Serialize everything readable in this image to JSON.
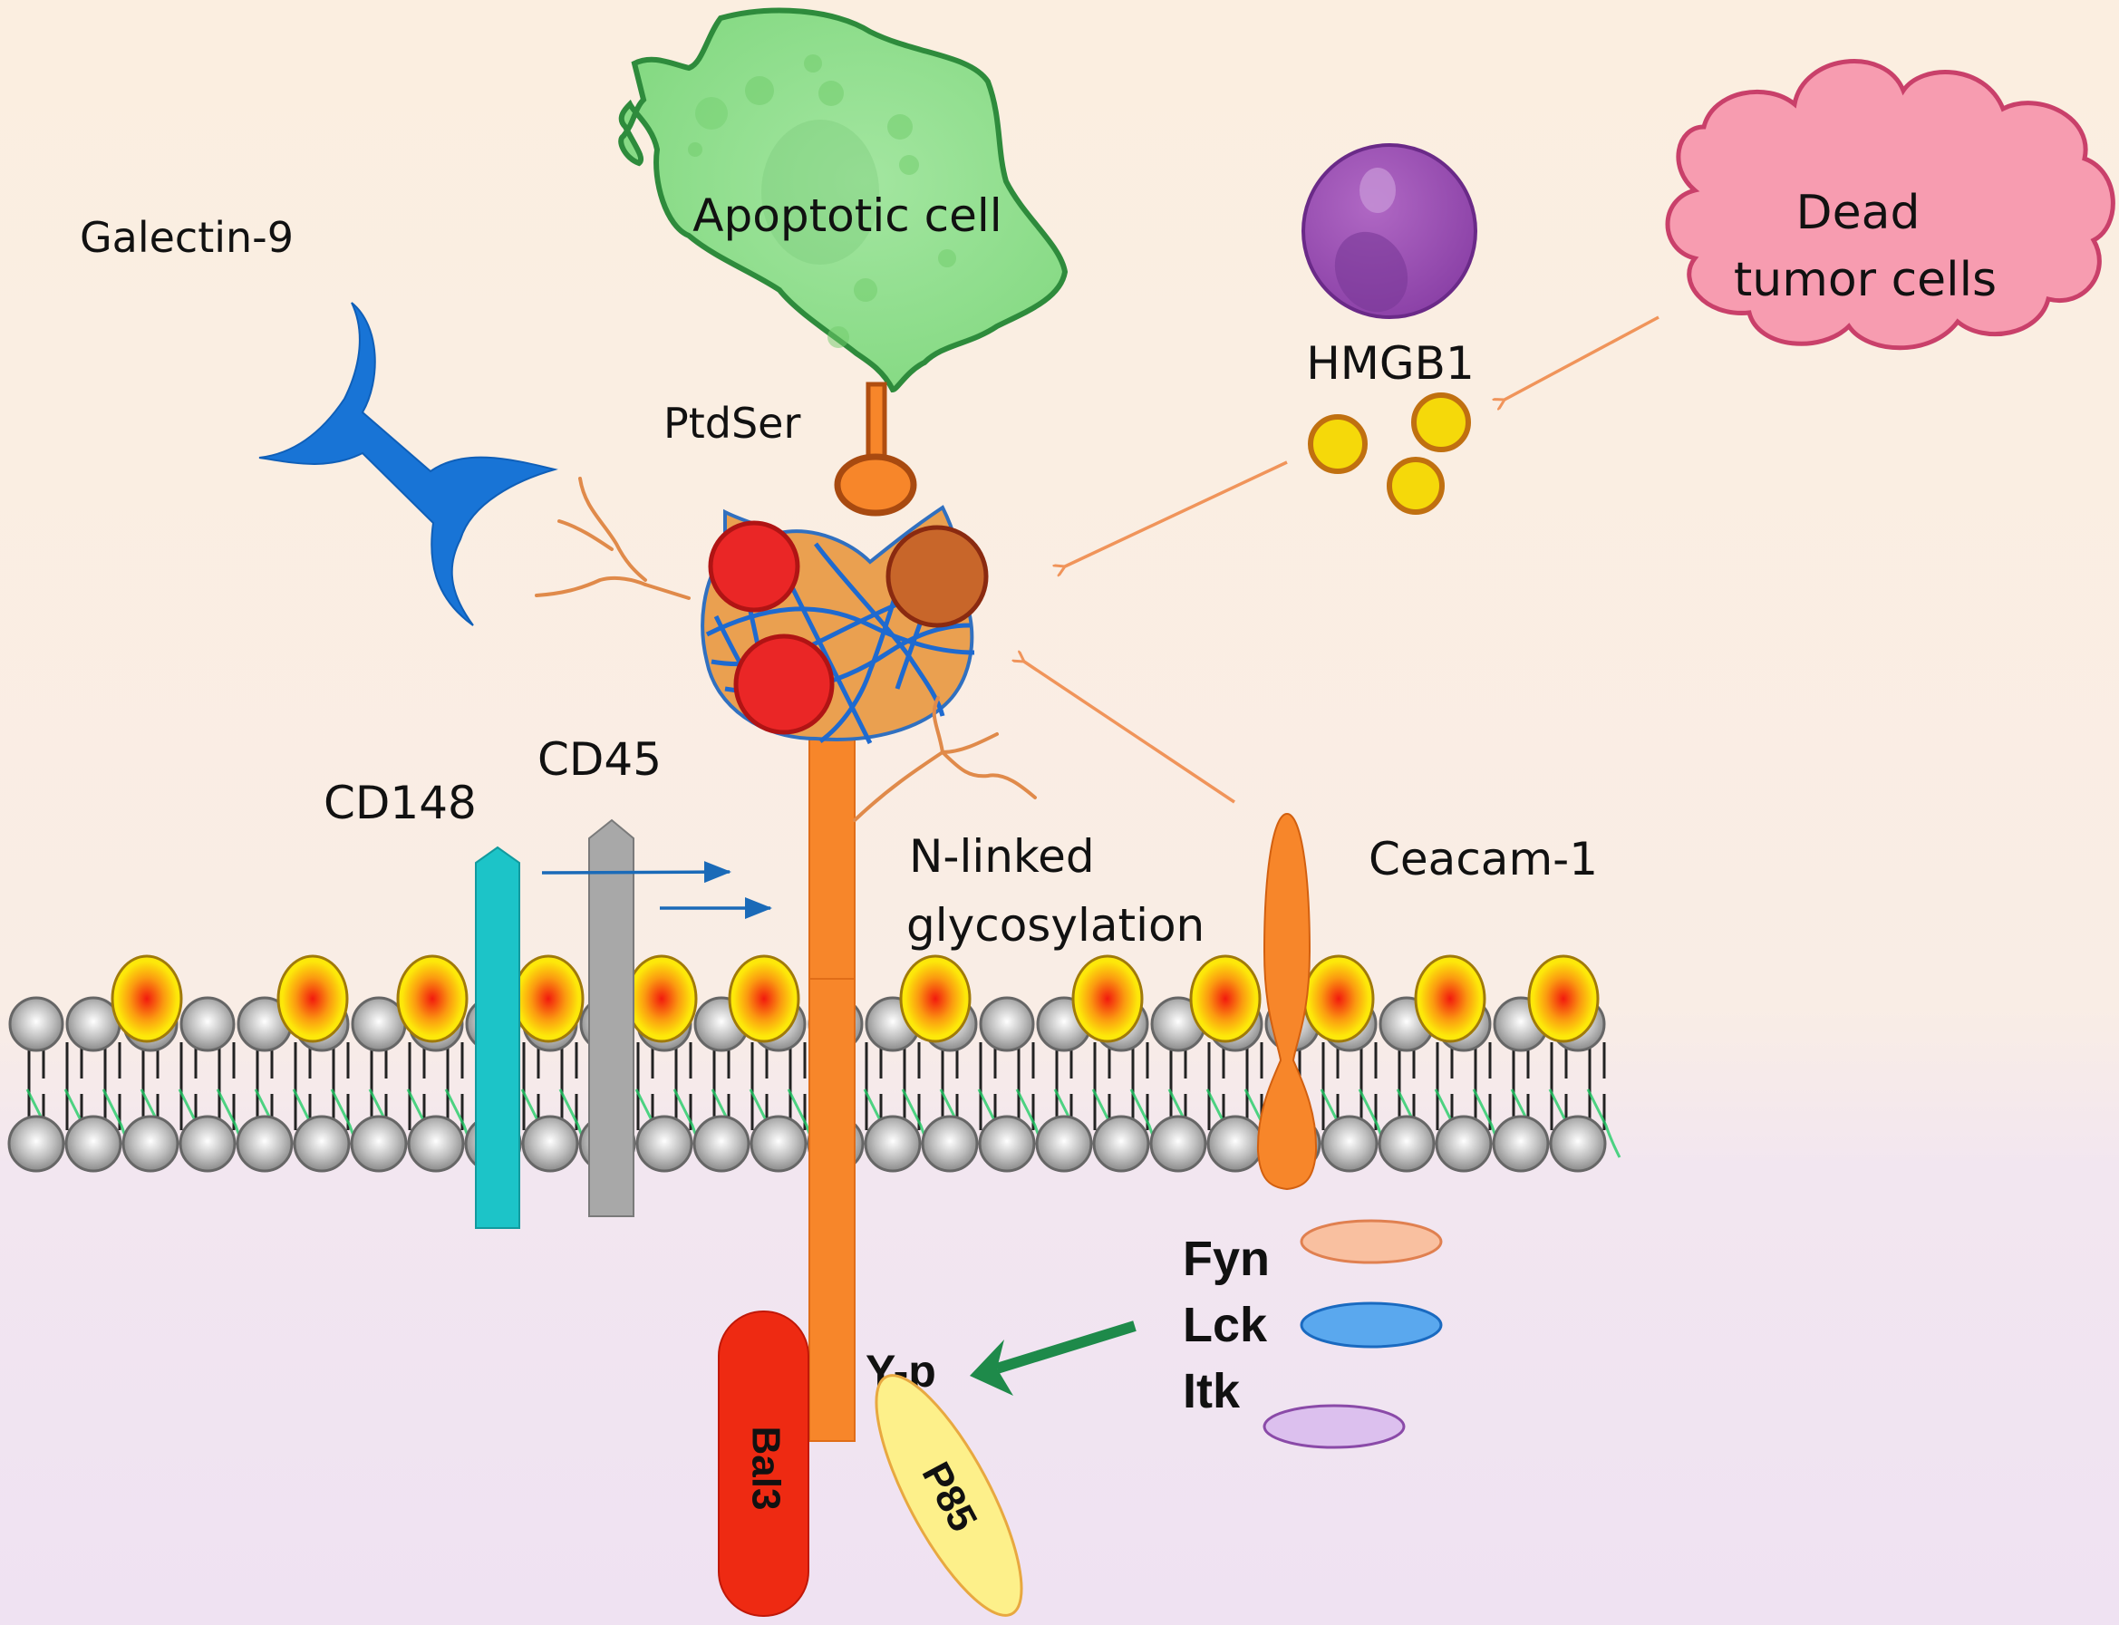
{
  "title": "TIM-3 ligands and intracellular signaling",
  "labels": {
    "apoptotic_cell": "Apoptotic cell",
    "galectin9": "Galectin-9",
    "ptdser": "PtdSer",
    "hmgb1": "HMGB1",
    "dead_tumor_line1": "Dead",
    "dead_tumor_line2": "tumor cells",
    "cd148": "CD148",
    "cd45": "CD45",
    "nlinked_line1": "N-linked",
    "nlinked_line2": "glycosylation",
    "ceacam1": "Ceacam-1",
    "fyn": "Fyn",
    "lck": "Lck",
    "itk": "Itk",
    "yp": "Y-p",
    "bat3": "Bal3",
    "p85": "P85"
  },
  "colors": {
    "background_top": "#fbeee0",
    "background_bottom": "#efe2f2",
    "apoptotic_fill": "#8fdc8a",
    "apoptotic_stroke": "#2e8b3c",
    "galectin_blue": "#1874d6",
    "receptor_orange": "#f7862a",
    "hmgb1_purple": "#9b4fb0",
    "hmgb1_dots": "#f5d90a",
    "dead_tumor_pink": "#f7a0b4",
    "dead_tumor_stroke": "#c9406a",
    "cd148_teal": "#1cc4c8",
    "cd45_gray": "#a8a8a8",
    "bat3_red": "#ee2a12",
    "p85_yellow": "#fdf08a",
    "fyn_peach": "#f9c0a0",
    "lck_blue": "#5aa8ee",
    "itk_lilac": "#dcc0ee",
    "phospho_arrow_green": "#1e8a4a"
  }
}
